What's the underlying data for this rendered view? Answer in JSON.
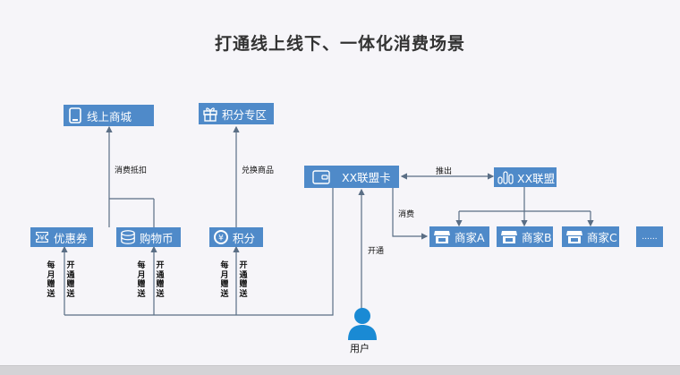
{
  "title": "打通线上线下、一体化消费场景",
  "colors": {
    "box": "#4f8ac9",
    "line": "#5a6e85",
    "user": "#1a8ad4",
    "background": "#f6f5f9"
  },
  "nodes": {
    "online_mall": {
      "label": "线上商城",
      "icon": "tablet-icon"
    },
    "points_zone": {
      "label": "积分专区",
      "icon": "gift-icon"
    },
    "coupon": {
      "label": "优惠券",
      "icon": "ticket-icon"
    },
    "shopping_coin": {
      "label": "购物币",
      "icon": "coins-icon"
    },
    "points": {
      "label": "积分",
      "icon": "yen-coin-icon"
    },
    "alliance_card": {
      "label": "XX联盟卡",
      "icon": "wallet-icon"
    },
    "alliance": {
      "label": "XX联盟",
      "icon": "bar-chart-icon"
    },
    "merchant_a": {
      "label": "商家A",
      "icon": "store-icon"
    },
    "merchant_b": {
      "label": "商家B",
      "icon": "store-icon"
    },
    "merchant_c": {
      "label": "商家C",
      "icon": "store-icon"
    },
    "more": {
      "label": "......"
    },
    "user": {
      "label": "用户",
      "icon": "user-icon"
    }
  },
  "edges": {
    "consume_deduct": "消费抵扣",
    "redeem_goods": "兑换商品",
    "launch": "推出",
    "consume": "消费",
    "activate": "开通",
    "monthly_gift": "每月赠送",
    "activation_gift": "开通赠送"
  }
}
